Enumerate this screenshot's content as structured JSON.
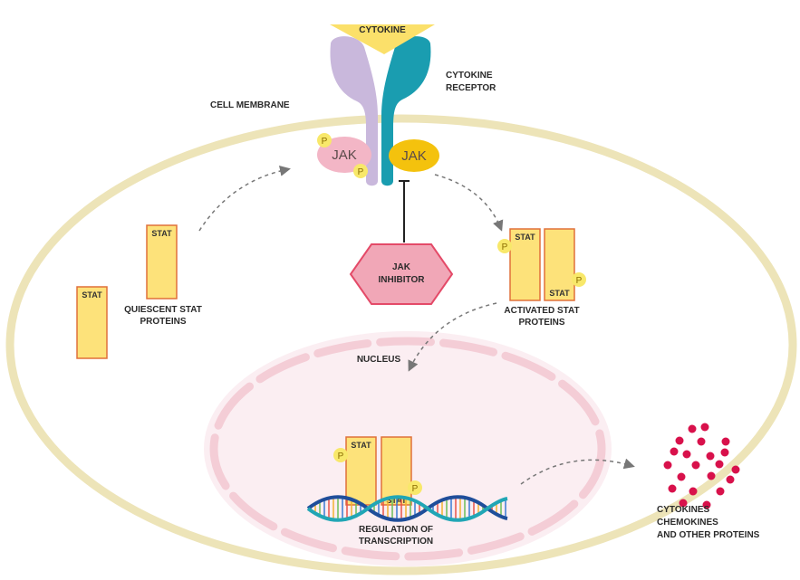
{
  "labels": {
    "cytokine": "CYTOKINE",
    "cytokine_receptor_line1": "CYTOKINE",
    "cytokine_receptor_line2": "RECEPTOR",
    "cell_membrane": "CELL MEMBRANE",
    "jak_left": "JAK",
    "jak_right": "JAK",
    "phospho": "P",
    "jak_inhibitor_line1": "JAK",
    "jak_inhibitor_line2": "INHIBITOR",
    "stat": "STAT",
    "quiescent_line1": "QUIESCENT STAT",
    "quiescent_line2": "PROTEINS",
    "activated_line1": "ACTIVATED STAT",
    "activated_line2": "PROTEINS",
    "nucleus": "NUCLEUS",
    "regulation_line1": "REGULATION OF",
    "regulation_line2": "TRANSCRIPTION",
    "output_line1": "CYTOKINES",
    "output_line2": "CHEMOKINES",
    "output_line3": "AND OTHER PROTEINS"
  },
  "colors": {
    "membrane": "#ede4b8",
    "cell_fill": "#ffffff",
    "nucleus_fill": "#fbeef2",
    "nucleus_border": "#f4cdd6",
    "stat_fill": "#fde27a",
    "stat_stroke": "#e0703a",
    "receptor_left": "#c9b8dc",
    "receptor_right": "#1a9db0",
    "cytokine": "#fbe06a",
    "jak_left": "#f3b6c6",
    "jak_right": "#f4c20d",
    "phospho": "#f8e86a",
    "inhibitor_fill": "#f1a7b7",
    "inhibitor_stroke": "#e44a68",
    "dna_blue": "#1f4e9a",
    "dna_teal": "#21a6b5",
    "output_dots": "#d8114b"
  }
}
